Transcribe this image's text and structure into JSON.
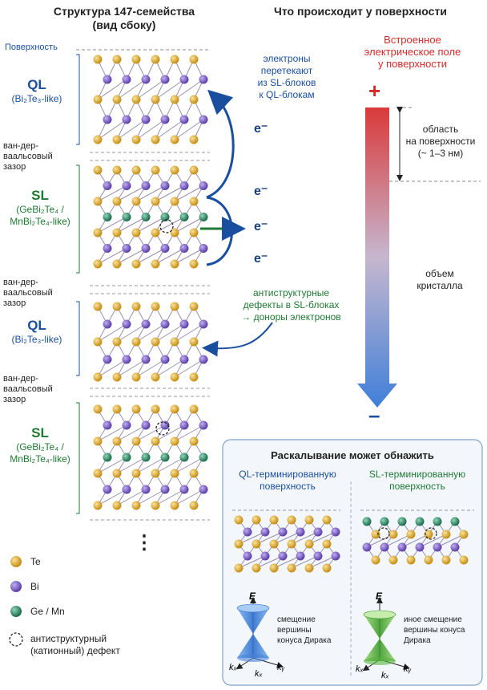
{
  "header": {
    "left_title_line1": "Структура 147-семейства",
    "left_title_line2": "(вид сбоку)",
    "right_title": "Что происходит у поверхности"
  },
  "left": {
    "surface_label": "Поверхность",
    "blocks": [
      {
        "name": "QL",
        "sub": "(Bi₂Te₃-like)"
      },
      {
        "name": "SL",
        "sub1": "(GeBi₂Te₄ /",
        "sub2": "MnBi₂Te₄-like)"
      },
      {
        "name": "QL",
        "sub": "(Bi₂Te₃-like)"
      },
      {
        "name": "SL",
        "sub1": "(GeBi₂Te₄ /",
        "sub2": "MnBi₂Te₄-like)"
      }
    ],
    "gap_label_1": "ван-дер-ваальсовый",
    "gap_label_2": "зазор",
    "dots": "⋮"
  },
  "notes": {
    "electrons_flow": [
      "электроны",
      "перетекают",
      "из SL-блоков",
      "к QL-блокам"
    ],
    "antisite": [
      "антиструктурные",
      "дефекты в SL-блоках",
      "→ доноры электронов"
    ],
    "e_label": "e⁻"
  },
  "field": {
    "title": [
      "Встроенное",
      "электрическое поле",
      "у поверхности"
    ],
    "plus": "+",
    "minus": "–",
    "surface_region": [
      "область",
      "на поверхности",
      "(~ 1–3 нм)"
    ],
    "bulk": [
      "объем",
      "кристалла"
    ]
  },
  "legend": [
    {
      "label": "Te",
      "color": "#d9a52a"
    },
    {
      "label": "Bi",
      "color": "#7b5cc4"
    },
    {
      "label": "Ge / Mn",
      "color": "#2e8b68"
    },
    {
      "label_line1": "антиструктурный",
      "label_line2": "(катионный) дефект"
    }
  ],
  "cleave": {
    "title": "Раскалывание может обнажить",
    "ql_title": [
      "QL-терминированную",
      "поверхность"
    ],
    "sl_title": [
      "SL-терминированную",
      "поверхность"
    ],
    "ql_caption": [
      "смещение",
      "вершины",
      "конуса Дирака"
    ],
    "sl_caption": [
      "иное смещение",
      "вершины конуса",
      "Дирака"
    ],
    "axis_E": "E",
    "axis_kx": "kₓ",
    "axis_ky": "kᵧ"
  },
  "colors": {
    "te": "#d9a52a",
    "bi": "#7b5cc4",
    "ge": "#2e8b68",
    "ql_blue": "#1a4fa0",
    "sl_green": "#1f7a33",
    "field_top": "#d63a3a",
    "field_bottom": "#3a78d6"
  }
}
